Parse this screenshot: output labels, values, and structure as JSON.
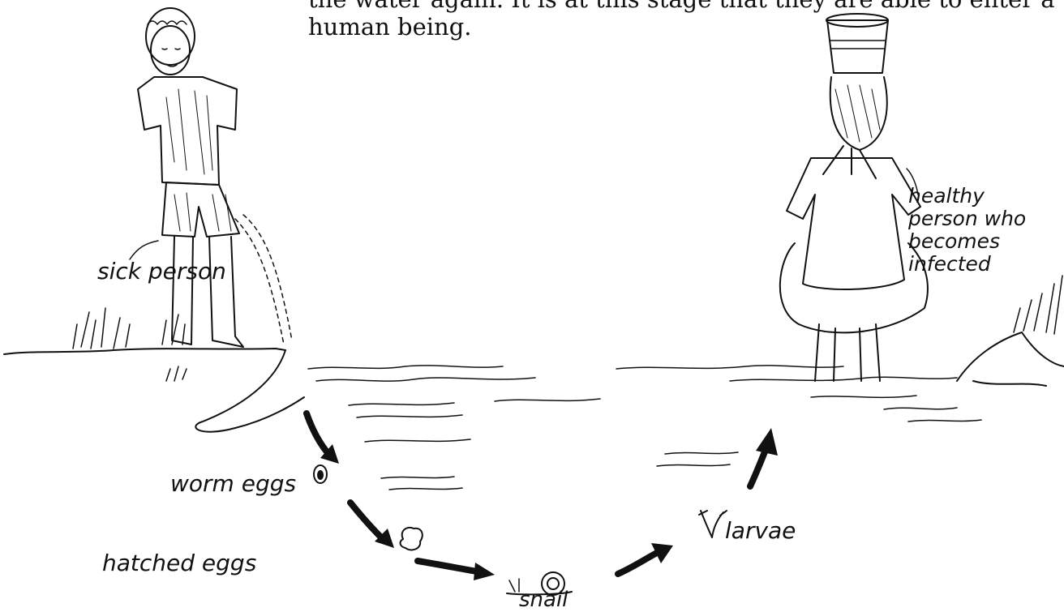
{
  "heading": {
    "line1": "the water again. It is at this stage that they are able to enter a",
    "line2": "human being."
  },
  "labels": {
    "sick_person": "sick person",
    "healthy_person": "healthy person who becomes infected",
    "worm_eggs": "worm eggs",
    "hatched_eggs": "hatched eggs",
    "snail": "snail",
    "larvae": "larvae"
  },
  "colors": {
    "ink": "#111111",
    "paper": "#ffffff"
  }
}
